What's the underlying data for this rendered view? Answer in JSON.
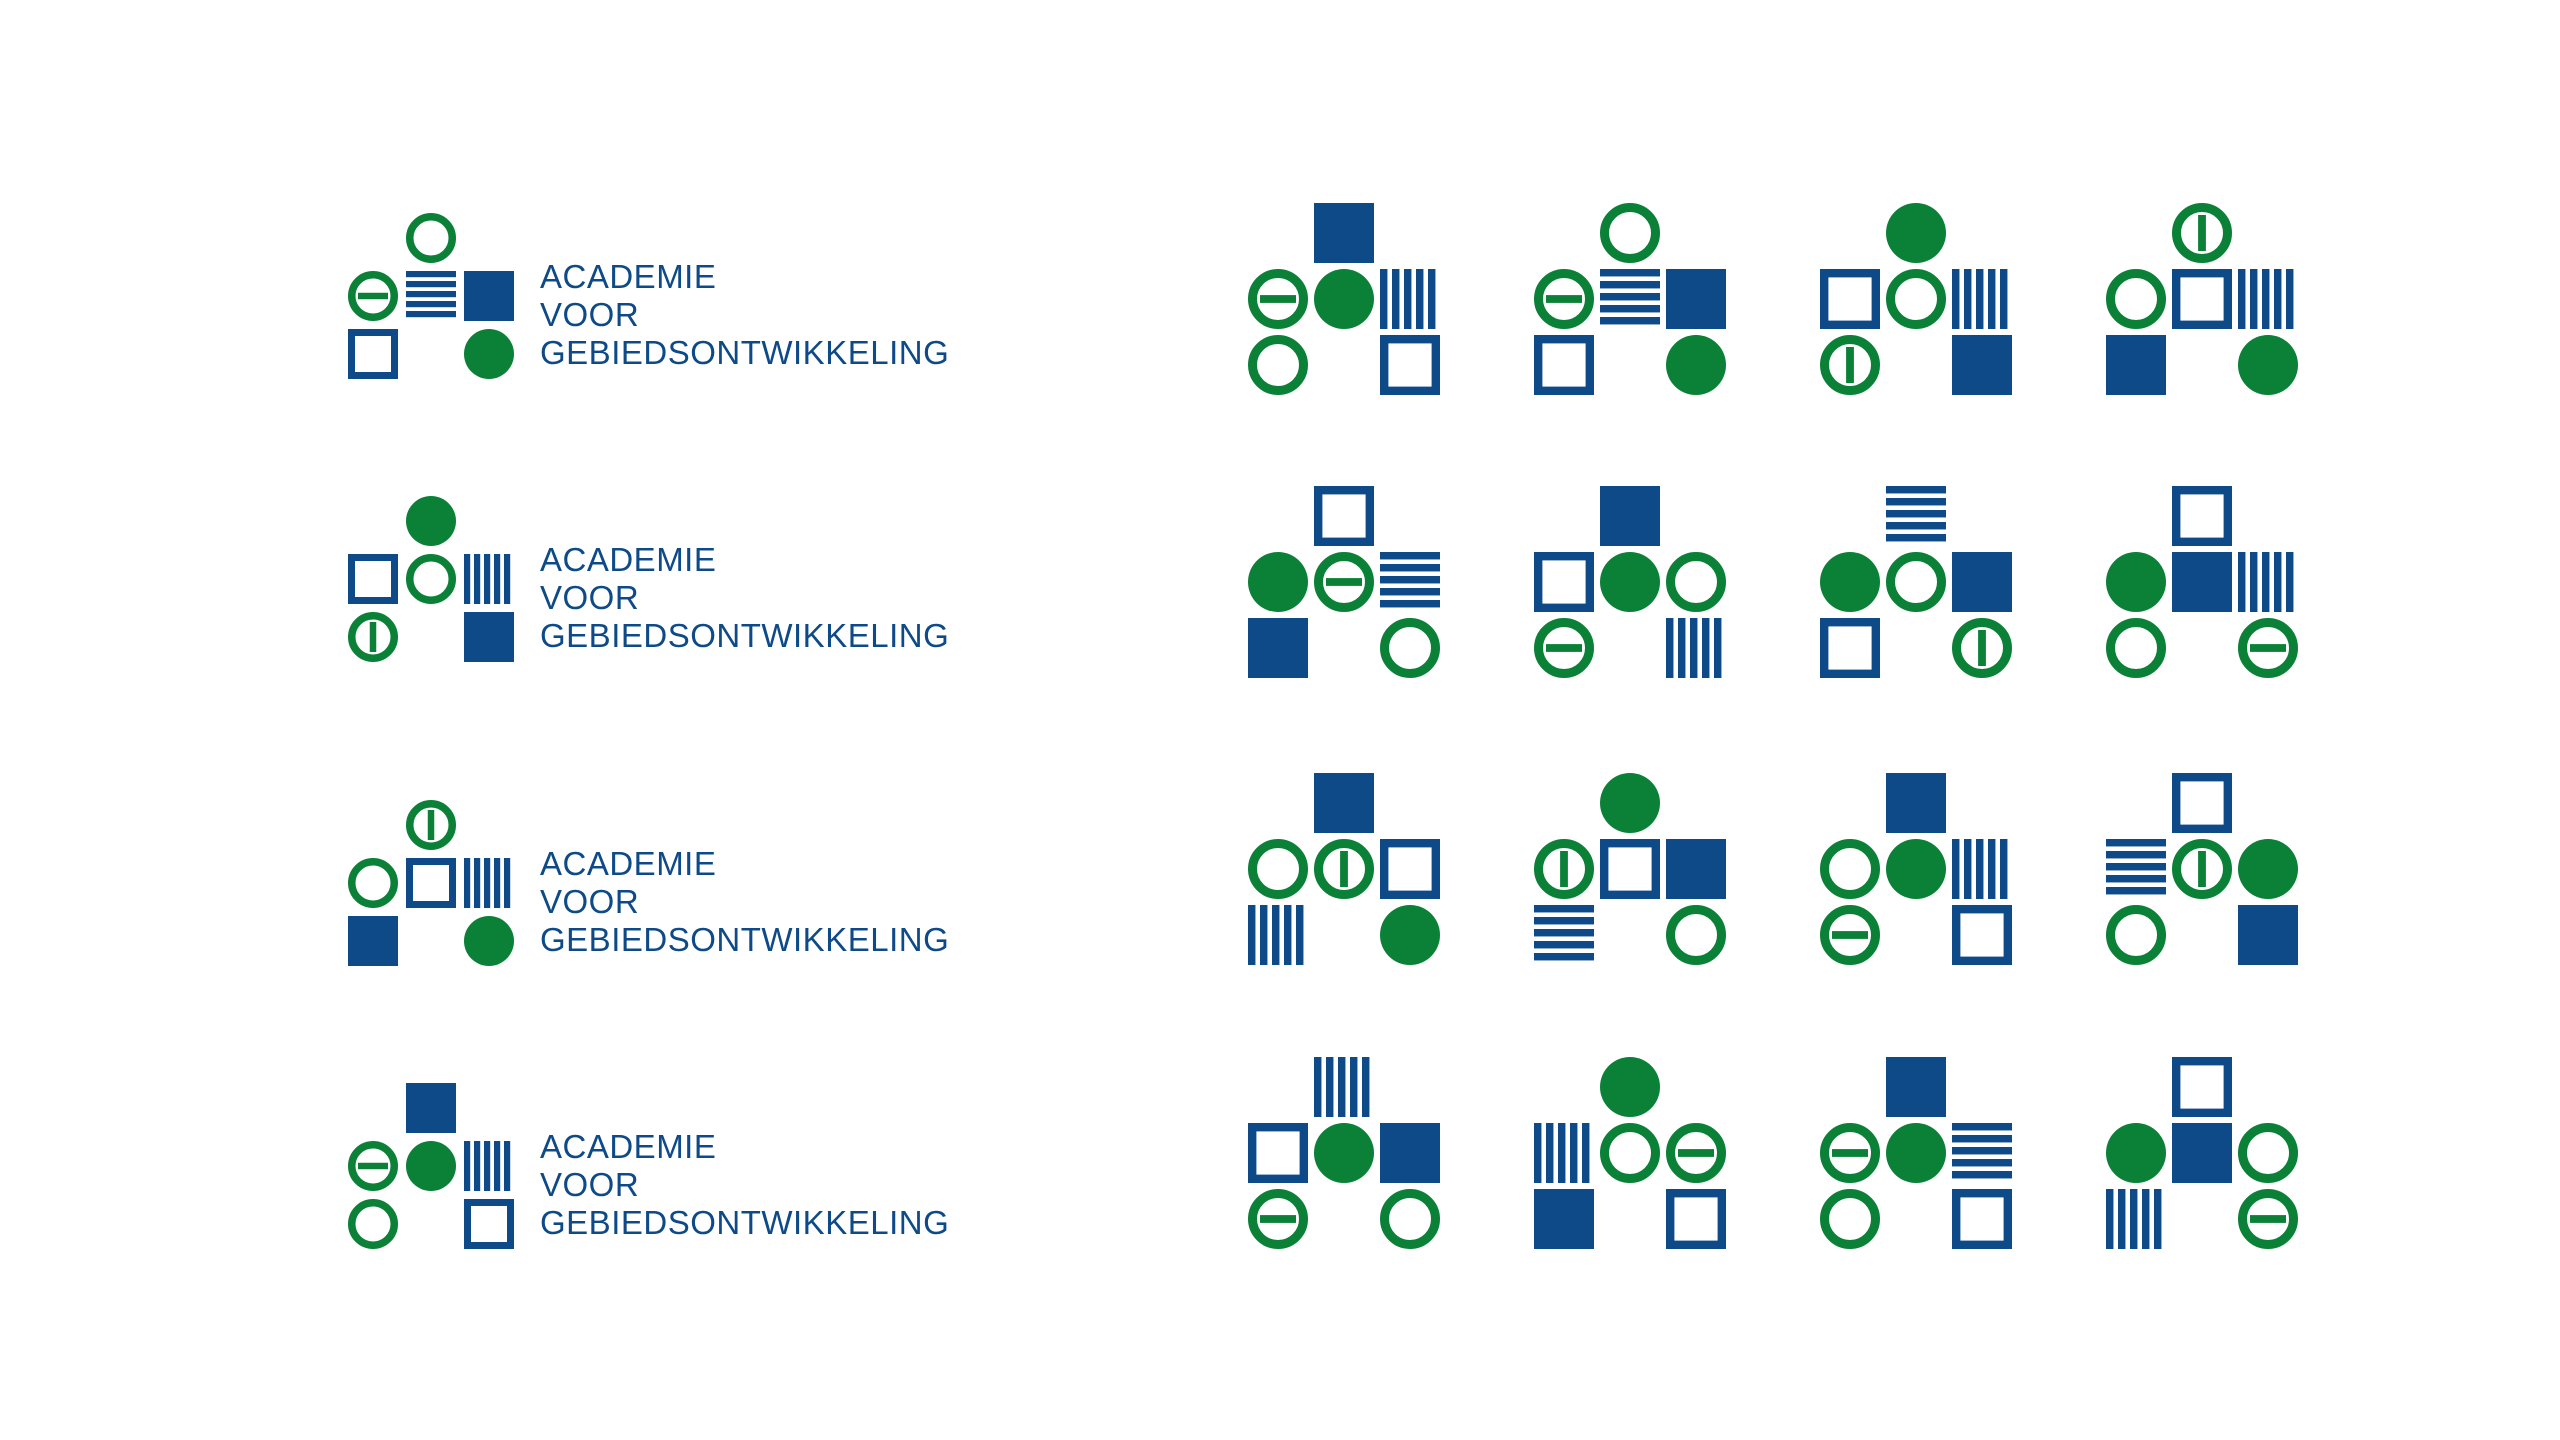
{
  "wordmark": {
    "line1": "ACADEMIE",
    "line2": "VOOR",
    "line3": "GEBIEDSONTWIKKELING"
  },
  "colors": {
    "blue": "#0d4a87",
    "green": "#0a8137",
    "background": "#ffffff"
  },
  "lockups": [
    {
      "name": "lockup-variant-1",
      "top": "ring",
      "left": "ring-bar-h",
      "mid": "lines-h",
      "right": "square-solid",
      "bl": "square-outline",
      "br": "circle-solid"
    },
    {
      "name": "lockup-variant-2",
      "top": "circle-solid",
      "left": "square-outline",
      "mid": "ring",
      "right": "lines-v",
      "bl": "ring-bar-v",
      "br": "square-solid"
    },
    {
      "name": "lockup-variant-3",
      "top": "ring-bar-v",
      "left": "ring",
      "mid": "square-outline",
      "right": "lines-v",
      "bl": "square-solid",
      "br": "circle-solid"
    },
    {
      "name": "lockup-variant-4",
      "top": "square-solid",
      "left": "ring-bar-h",
      "mid": "circle-solid",
      "right": "lines-v",
      "bl": "ring",
      "br": "square-outline"
    }
  ],
  "symbols": [
    [
      {
        "top": "square-solid",
        "left": "ring-bar-h",
        "mid": "circle-solid",
        "right": "lines-v",
        "bl": "ring",
        "br": "square-outline"
      },
      {
        "top": "ring",
        "left": "ring-bar-h",
        "mid": "lines-h",
        "right": "square-solid",
        "bl": "square-outline",
        "br": "circle-solid"
      },
      {
        "top": "circle-solid",
        "left": "square-outline",
        "mid": "ring",
        "right": "lines-v",
        "bl": "ring-bar-v",
        "br": "square-solid"
      },
      {
        "top": "ring-bar-v",
        "left": "ring",
        "mid": "square-outline",
        "right": "lines-v",
        "bl": "square-solid",
        "br": "circle-solid"
      }
    ],
    [
      {
        "top": "square-outline",
        "left": "circle-solid",
        "mid": "ring-bar-h",
        "right": "lines-h",
        "bl": "square-solid",
        "br": "ring"
      },
      {
        "top": "square-solid",
        "left": "square-outline",
        "mid": "circle-solid",
        "right": "ring",
        "bl": "ring-bar-h",
        "br": "lines-v"
      },
      {
        "top": "lines-h",
        "left": "circle-solid",
        "mid": "ring",
        "right": "square-solid",
        "bl": "square-outline",
        "br": "ring-bar-v"
      },
      {
        "top": "square-outline",
        "left": "circle-solid",
        "mid": "square-solid",
        "right": "lines-v",
        "bl": "ring",
        "br": "ring-bar-h"
      }
    ],
    [
      {
        "top": "square-solid",
        "left": "ring",
        "mid": "ring-bar-v",
        "right": "square-outline",
        "bl": "lines-v",
        "br": "circle-solid"
      },
      {
        "top": "circle-solid",
        "left": "ring-bar-v",
        "mid": "square-outline",
        "right": "square-solid",
        "bl": "lines-h",
        "br": "ring"
      },
      {
        "top": "square-solid",
        "left": "ring",
        "mid": "circle-solid",
        "right": "lines-v",
        "bl": "ring-bar-h",
        "br": "square-outline"
      },
      {
        "top": "square-outline",
        "left": "lines-h",
        "mid": "ring-bar-v",
        "right": "circle-solid",
        "bl": "ring",
        "br": "square-solid"
      }
    ],
    [
      {
        "top": "lines-v",
        "left": "square-outline",
        "mid": "circle-solid",
        "right": "square-solid",
        "bl": "ring-bar-h",
        "br": "ring"
      },
      {
        "top": "circle-solid",
        "left": "lines-v",
        "mid": "ring",
        "right": "ring-bar-h",
        "bl": "square-solid",
        "br": "square-outline"
      },
      {
        "top": "square-solid",
        "left": "ring-bar-h",
        "mid": "circle-solid",
        "right": "lines-h",
        "bl": "ring",
        "br": "square-outline"
      },
      {
        "top": "square-outline",
        "left": "circle-solid",
        "mid": "square-solid",
        "right": "ring",
        "bl": "lines-v",
        "br": "ring-bar-h"
      }
    ]
  ]
}
